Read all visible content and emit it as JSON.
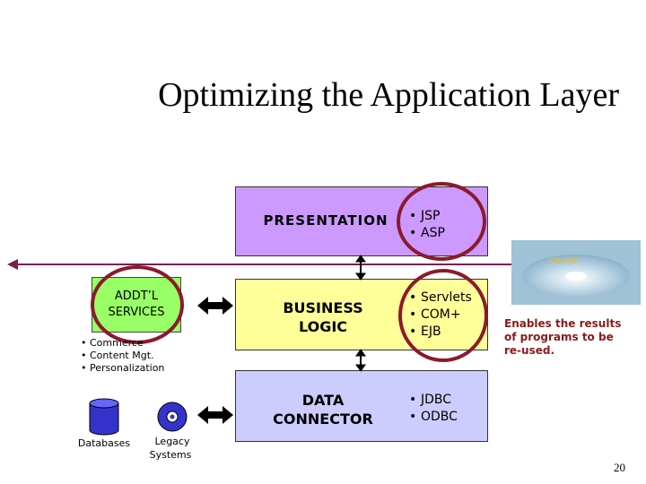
{
  "title": "Optimizing the Application Layer",
  "presentation": {
    "label": "PRESENTATION",
    "items": [
      "JSP",
      "ASP"
    ]
  },
  "business": {
    "label_line1": "BUSINESS",
    "label_line2": "LOGIC",
    "items": [
      "Servlets",
      "COM+",
      "EJB"
    ]
  },
  "data_connector": {
    "label_line1": "DATA",
    "label_line2": "CONNECTOR",
    "items": [
      "JDBC",
      "ODBC"
    ]
  },
  "services": {
    "label_line1": "ADDT’L",
    "label_line2": "SERVICES",
    "items": [
      "Commerce",
      "Content Mgt.",
      "Personalization"
    ]
  },
  "cache_label": "cache",
  "note": {
    "line1": "Enables the results",
    "line2": "of programs to be",
    "line3": "re-used."
  },
  "databases_label": "Databases",
  "legacy": {
    "line1": "Legacy",
    "line2": "Systems"
  },
  "page_number": "20",
  "colors": {
    "presentation": "#cc99ff",
    "business": "#ffff99",
    "data": "#ccccff",
    "services": "#99ff66",
    "highlight_circle": "#8b1a2b",
    "arrow": "#7a1f4f"
  }
}
